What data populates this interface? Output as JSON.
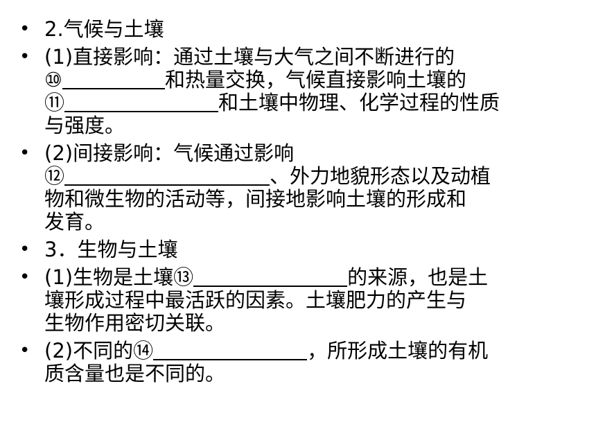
{
  "items": [
    {
      "lines": [
        "2.气候与土壤"
      ]
    },
    {
      "lines": [
        "(1)直接影响：通过土壤与大气之间不断进行的",
        "⑩",
        "和热量交换，气候直接影响土壤的",
        "⑪",
        "和土壤中物理、化学过程的性质",
        "与强度。"
      ]
    },
    {
      "lines": [
        "(2)间接影响：气候通过影响",
        "⑫",
        "、外力地貌形态以及动植",
        "物和微生物的活动等，间接地影响土壤的形成和",
        "发育。"
      ]
    },
    {
      "lines": [
        "3．生物与土壤"
      ]
    },
    {
      "lines": [
        "(1)生物是土壤⑬",
        "的来源，也是土",
        "壤形成过程中最活跃的因素。土壤肥力的产生与",
        "生物作用密切关联。"
      ]
    },
    {
      "lines": [
        "(2)不同的⑭",
        "，所形成土壤的有机",
        "质含量也是不同的。"
      ]
    }
  ],
  "bullet_glyph": "•"
}
